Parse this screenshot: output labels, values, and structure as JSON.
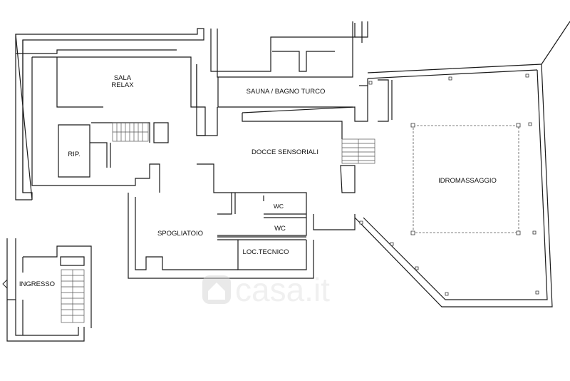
{
  "rooms": {
    "sala_relax_line1": "SALA",
    "sala_relax_line2": "RELAX",
    "sauna": "SAUNA / BAGNO TURCO",
    "docce": "DOCCE SENSORIALI",
    "idromassaggio": "IDROMASSAGGIO",
    "ripostiglio": "RIP.",
    "wc1": "WC",
    "wc2": "WC",
    "spogliatoio": "SPOGLIATOIO",
    "loc_tecnico": "LOC.TECNICO",
    "ingresso": "INGRESSO"
  },
  "watermark": {
    "text": "casa.it",
    "icon": "house-logo-icon"
  }
}
